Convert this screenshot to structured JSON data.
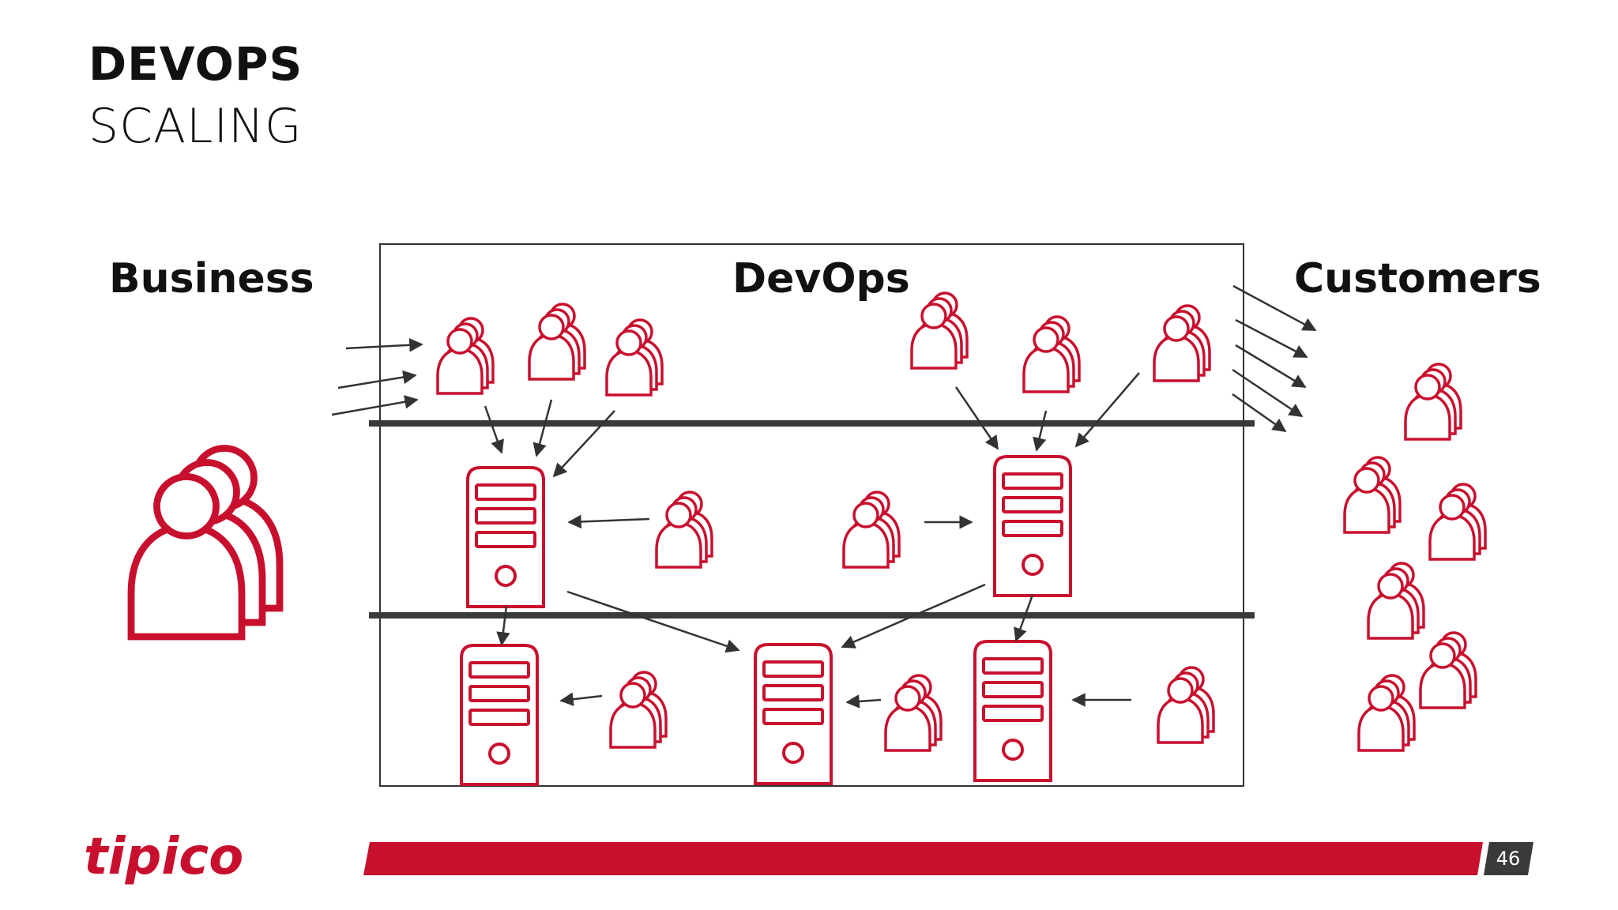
{
  "title": {
    "main": "DEVOPS",
    "sub": "SCALING"
  },
  "diagram": {
    "labels": {
      "business": "Business",
      "devops": "DevOps",
      "customers": "Customers"
    }
  },
  "footer": {
    "logo": "tipico",
    "page_number": "46"
  },
  "colors": {
    "accent": "#c8102e",
    "dark": "#333333",
    "text": "#111111"
  },
  "icons": [
    "person-group-icon",
    "server-icon",
    "arrow-icon"
  ]
}
